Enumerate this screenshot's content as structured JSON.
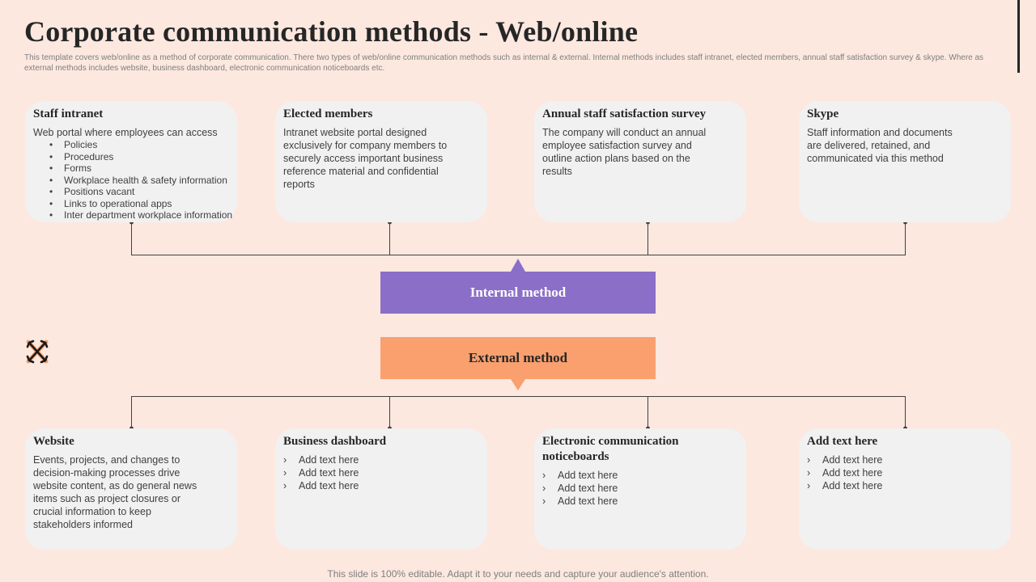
{
  "slide": {
    "title": "Corporate communication methods - Web/online",
    "subtitle": "This template covers web/online as a method of corporate communication. There two types of web/online communication methods such as internal & external. Internal methods includes staff intranet, elected members, annual staff satisfaction survey & skype. Where as external methods includes website, business dashboard, electronic communication noticeboards etc.",
    "footer": "This slide is 100% editable. Adapt it to your needs and capture your audience's attention."
  },
  "internal": {
    "label": "Internal method",
    "color": "#8b6ec8",
    "cards": [
      {
        "title": "Staff intranet",
        "text": "Web portal where employees can access",
        "bullets": [
          "Policies",
          "Procedures",
          "Forms",
          "Workplace health & safety information",
          "Positions vacant",
          "Links to operational apps",
          "Inter department workplace information"
        ]
      },
      {
        "title": "Elected members",
        "text": "Intranet website portal designed exclusively for company members to securely access important business reference material and confidential reports"
      },
      {
        "title": "Annual staff satisfaction survey",
        "text": "The company will conduct an annual employee satisfaction survey and outline action plans based on the results"
      },
      {
        "title": "Skype",
        "text": "Staff information and documents are delivered, retained, and communicated via this method"
      }
    ]
  },
  "external": {
    "label": "External method",
    "color": "#f9a06e",
    "cards": [
      {
        "title": "Website",
        "text": "Events, projects, and changes to decision-making processes drive website content, as do general news items such as project closures or crucial information to keep stakeholders informed"
      },
      {
        "title": "Business dashboard",
        "items": [
          "Add text here",
          "Add text here",
          "Add text here"
        ]
      },
      {
        "title": "Electronic communication noticeboards",
        "items": [
          "Add text here",
          "Add text here",
          "Add text here"
        ]
      },
      {
        "title": "Add text here",
        "items": [
          "Add text here",
          "Add text here",
          "Add text here"
        ]
      }
    ]
  },
  "icons": {
    "cross": "cross-arrows-icon"
  },
  "colors": {
    "background": "#fce8df",
    "card": "#f1f1f1",
    "connector": "#404040"
  }
}
